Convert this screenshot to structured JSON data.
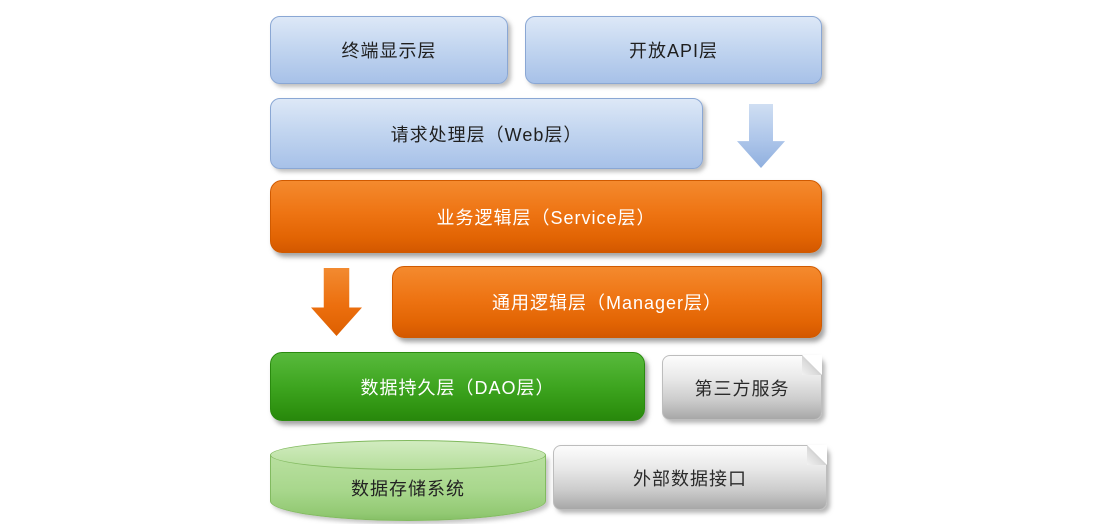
{
  "diagram": {
    "layers": [
      {
        "id": "terminal-display",
        "label": "终端显示层",
        "type": "blue"
      },
      {
        "id": "open-api",
        "label": "开放API层",
        "type": "blue"
      },
      {
        "id": "web",
        "label": "请求处理层（Web层）",
        "type": "blue"
      },
      {
        "id": "service",
        "label": "业务逻辑层（Service层）",
        "type": "orange"
      },
      {
        "id": "manager",
        "label": "通用逻辑层（Manager层）",
        "type": "orange"
      },
      {
        "id": "dao",
        "label": "数据持久层（DAO层）",
        "type": "green"
      },
      {
        "id": "third-party",
        "label": "第三方服务",
        "type": "gray"
      },
      {
        "id": "storage",
        "label": "数据存储系统",
        "type": "green-cylinder"
      },
      {
        "id": "external-data",
        "label": "外部数据接口",
        "type": "gray"
      }
    ],
    "arrows": [
      {
        "id": "blue-down-arrow",
        "direction": "down",
        "color": "#9db9e3"
      },
      {
        "id": "orange-down-arrow",
        "direction": "down",
        "color": "#ec6f0e"
      }
    ],
    "colors": {
      "background": "#ffffff",
      "blue_box_top": "#dde8f7",
      "blue_box_bottom": "#a7c1e8",
      "blue_box_border": "#8aa7d4",
      "orange_box_top": "#f48a2e",
      "orange_box_bottom": "#d35800",
      "green_box_top": "#58ba3c",
      "green_box_bottom": "#28880c",
      "gray_box_top": "#fcfcfc",
      "gray_box_bottom": "#a7a7a7",
      "cylinder_fill": "#a8d78c",
      "cylinder_border": "#82ba60",
      "text_dark": "#1f1f1f",
      "text_light": "#ffffff"
    }
  }
}
